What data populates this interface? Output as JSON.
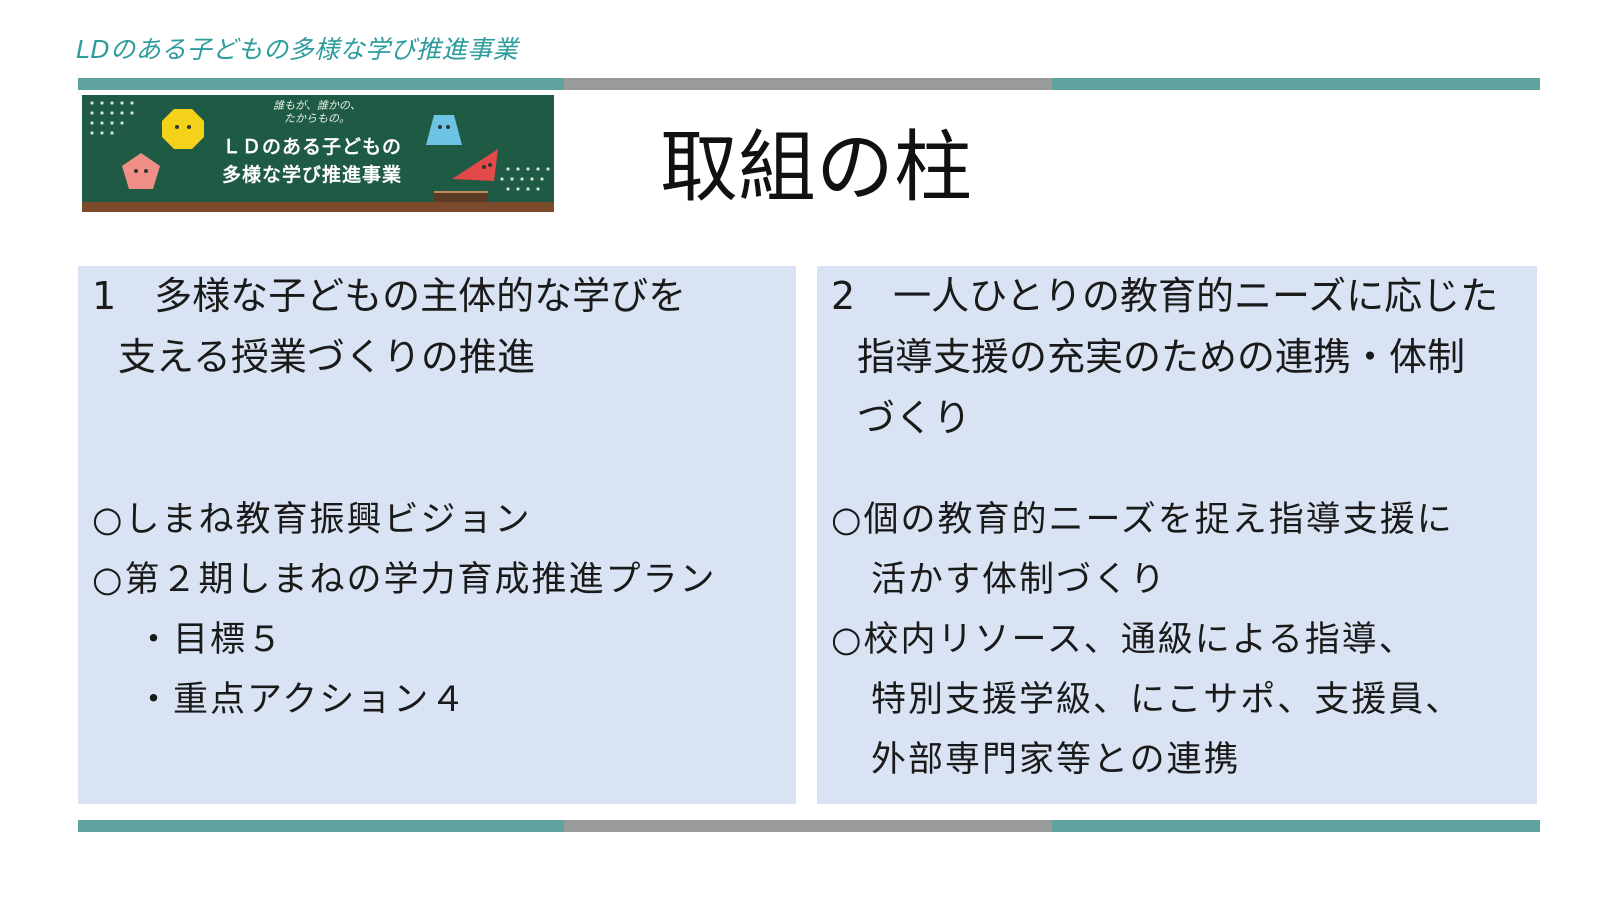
{
  "header": {
    "subtitle": "LDのある子どもの多様な学び推進事業",
    "page_title": "取組の柱"
  },
  "banner": {
    "tagline_lines": [
      "誰もが、誰かの、",
      "たからもの。"
    ],
    "title_lines": [
      "ＬＤのある子どもの",
      "多様な学び推進事業"
    ]
  },
  "pillar_1": {
    "title_lines": [
      "1　多様な子どもの主体的な学びを",
      "支える授業づくりの推進"
    ],
    "bullets": [
      "○しまね教育振興ビジョン",
      "○第２期しまねの学力育成推進プラン",
      "・目標５",
      "・重点アクション４"
    ]
  },
  "pillar_2": {
    "title_lines": [
      "2　一人ひとりの教育的ニーズに応じた",
      "指導支援の充実のための連携・体制",
      "づくり"
    ],
    "bullets": [
      "○個の教育的ニーズを捉え指導支援に",
      "活かす体制づくり",
      "○校内リソース、通級による指導、",
      "特別支援学級、にこサポ、支援員、",
      "外部専門家等との連携"
    ]
  },
  "colors": {
    "accent_teal": "#5fa3a0",
    "accent_gray": "#9a9a9a",
    "panel_bg": "#dae3f3",
    "subtitle_text": "#2e9c9c",
    "banner_board": "#1f5b44"
  }
}
